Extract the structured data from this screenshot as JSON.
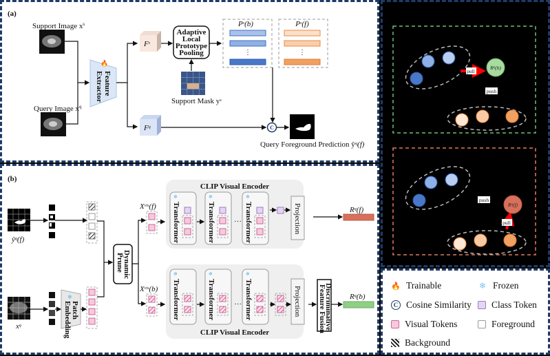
{
  "panel_a": {
    "label": "(a)",
    "support_image_label": "Support Image x",
    "support_image_sup": "s",
    "query_image_label": "Query Image x",
    "query_image_sup": "q",
    "feature_extractor_line1": "Feature",
    "feature_extractor_line2": "Extractor",
    "fs_label": "F",
    "fs_sup": "s",
    "fq_label": "F",
    "fq_sup": "q",
    "alpp_lines": [
      "Adaptive",
      "Local",
      "Prototype",
      "Pooling"
    ],
    "support_mask_label": "Support Mask y",
    "support_mask_sup": "s",
    "psb_label": "P",
    "psb_sup": "s",
    "psb_arg": "(b)",
    "psf_label": "P",
    "psf_sup": "s",
    "psf_arg": "(f)",
    "cosine_symbol": "C",
    "prediction_label": "Query Foreground Prediction ŷ",
    "prediction_sup": "q",
    "prediction_arg": "(f)"
  },
  "panel_b": {
    "label": "(b)",
    "yq_label": "ŷ",
    "yq_sup": "q",
    "yq_arg": "(f)",
    "xq_label": "x",
    "xq_sup": "q",
    "patch_embedding_line1": "Patch",
    "patch_embedding_line2": "Embedding",
    "dynamic_prune_line1": "Dynamic",
    "dynamic_prune_line2": "Prune",
    "xvis_f_label": "X",
    "xvis_f_sup": "vis",
    "xvis_f_arg": "(f)",
    "xvis_b_label": "X",
    "xvis_b_sup": "vis",
    "xvis_b_arg": "(b)",
    "encoder_title_top": "CLIP Visual Encoder",
    "encoder_title_bottom": "CLIP Visual Encoder",
    "transformer_label": "Transformer",
    "projection_label": "Projection",
    "ellipsis": "···",
    "dff_line1": "Discriminative",
    "dff_line2": "Feature Fusion",
    "rqf_label": "R",
    "rqf_sup": "q",
    "rqf_arg": "(f)",
    "rqb_label": "R",
    "rqb_sup": "q",
    "rqb_arg": "(b)"
  },
  "panel_c": {
    "top": {
      "target": "R",
      "target_sup": "q",
      "target_arg": "(b)",
      "pull": "pull",
      "push": "push",
      "border_color": "#6fbf73"
    },
    "bottom": {
      "target": "R",
      "target_sup": "q",
      "target_arg": "(f)",
      "pull": "pull",
      "push": "push",
      "border_color": "#e07a5f"
    }
  },
  "legend": {
    "items": [
      {
        "icon": "flame-icon",
        "label": "Trainable"
      },
      {
        "icon": "snowflake-icon",
        "label": "Frozen"
      },
      {
        "icon": "cosine-similarity-icon",
        "label": "Cosine Similarity"
      },
      {
        "icon": "class-token-icon",
        "label": "Class Token"
      },
      {
        "icon": "visual-token-icon",
        "label": "Visual Tokens"
      },
      {
        "icon": "foreground-icon",
        "label": "Foreground"
      },
      {
        "icon": "background-hatch-icon",
        "label": "Background"
      }
    ]
  },
  "colors": {
    "border_navy": "#1f3a66",
    "blue_proto": "#4a78c8",
    "orange_proto": "#f0a060",
    "class_token": "#e6d4f5",
    "visual_token": "#f7c9dc",
    "rqf": "#d9705c",
    "rqb": "#8fcf86"
  }
}
